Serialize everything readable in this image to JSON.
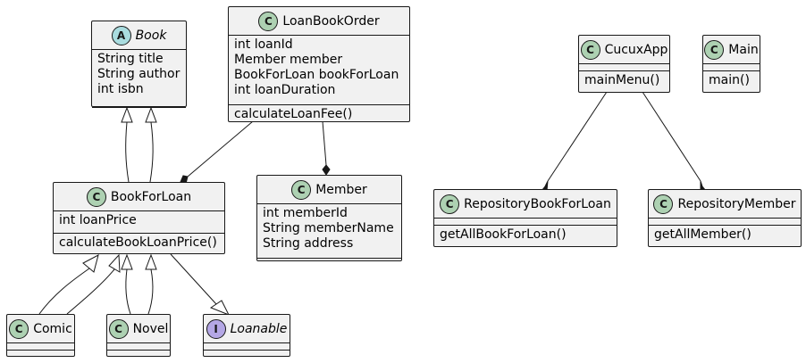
{
  "classes": {
    "book": {
      "badge": "A",
      "name": "Book",
      "fields": [
        "String title",
        "String author",
        "int isbn"
      ],
      "methods": []
    },
    "loan_book_order": {
      "badge": "C",
      "name": "LoanBookOrder",
      "fields": [
        "int loanId",
        "Member member",
        "BookForLoan bookForLoan",
        "int loanDuration"
      ],
      "methods": [
        "calculateLoanFee()"
      ]
    },
    "cucux_app": {
      "badge": "C",
      "name": "CucuxApp",
      "fields": [],
      "methods": [
        "mainMenu()"
      ]
    },
    "main": {
      "badge": "C",
      "name": "Main",
      "fields": [],
      "methods": [
        "main()"
      ]
    },
    "book_for_loan": {
      "badge": "C",
      "name": "BookForLoan",
      "fields": [
        "int loanPrice"
      ],
      "methods": [
        "calculateBookLoanPrice()"
      ]
    },
    "member": {
      "badge": "C",
      "name": "Member",
      "fields": [
        "int memberId",
        "String memberName",
        "String address"
      ],
      "methods": []
    },
    "repository_book_for_loan": {
      "badge": "C",
      "name": "RepositoryBookForLoan",
      "fields": [],
      "methods": [
        "getAllBookForLoan()"
      ]
    },
    "repository_member": {
      "badge": "C",
      "name": "RepositoryMember",
      "fields": [],
      "methods": [
        "getAllMember()"
      ]
    },
    "comic": {
      "badge": "C",
      "name": "Comic",
      "fields": [],
      "methods": []
    },
    "novel": {
      "badge": "C",
      "name": "Novel",
      "fields": [],
      "methods": []
    },
    "loanable": {
      "badge": "I",
      "name": "Loanable",
      "fields": [],
      "methods": []
    }
  },
  "colors": {
    "box_fill": "#f1f1f1",
    "border": "#181818",
    "class_badge": "#add1b2",
    "abstract_badge": "#a9dcdf",
    "interface_badge": "#b4a7e5"
  }
}
